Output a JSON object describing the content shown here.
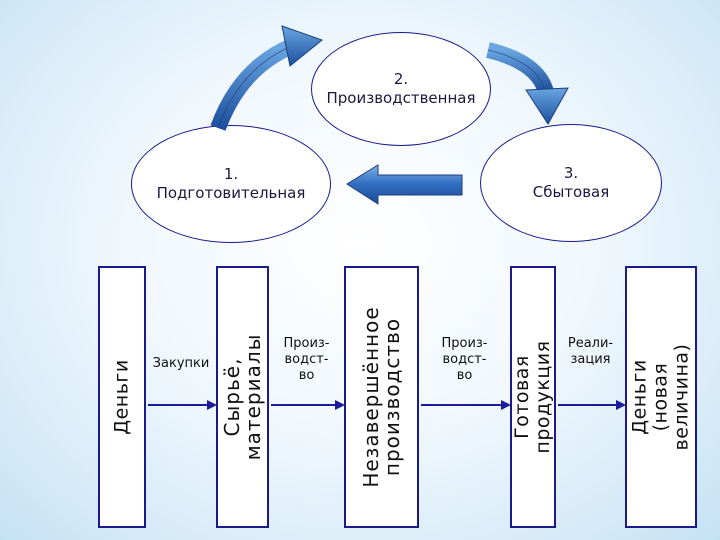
{
  "cycle": {
    "stage1": "1.\nПодготовительная",
    "stage2": "2.\nПроизводственная",
    "stage3": "3.\nСбытовая"
  },
  "circuit": {
    "boxes": [
      "Деньги",
      "Сырьё, материалы",
      "Незавершённое\nпроизводство",
      "Готовая продукция",
      "Деньги (новая\nвеличина)"
    ],
    "steps": [
      "Закупки",
      "Произ-\nводст-\nво",
      "Произ-\nводст-\nво",
      "Реали-\nзация"
    ]
  },
  "colors": {
    "stage_arrow_top": "#4a8ad0",
    "stage_arrow_bottom": "#1c4f9c",
    "back_arrow": "#2f6cc0",
    "flow_arrow": "#1a1a9a",
    "outline": "#1a1a8a"
  }
}
